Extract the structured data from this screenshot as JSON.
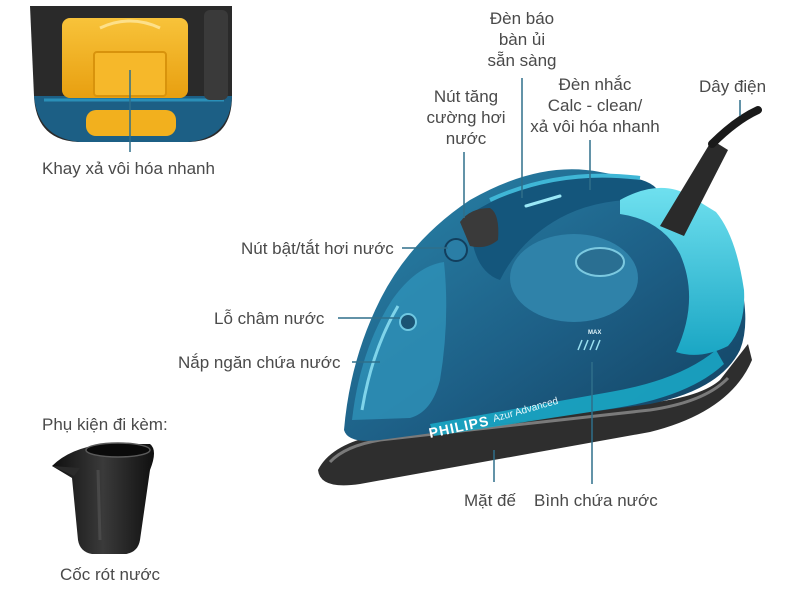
{
  "brand": {
    "logo_text": "PHILIPS",
    "model_text": "Azur Advanced",
    "max_marking": "MAX"
  },
  "labels": {
    "quick_calc_tray": "Khay xả vôi hóa nhanh",
    "ready_light": [
      "Đèn báo",
      "bàn ủi",
      "sẵn sàng"
    ],
    "calc_clean_light": [
      "Đèn nhắc",
      "Calc - clean/",
      "xả vôi hóa nhanh"
    ],
    "steam_boost_button": [
      "Nút tăng",
      "cường hơi",
      "nước"
    ],
    "power_cord": "Dây điện",
    "steam_toggle_button": "Nút bật/tắt hơi nước",
    "water_inlet": "Lỗ châm nước",
    "water_tank_lid": "Nắp ngăn chứa nước",
    "soleplate": "Mặt đế",
    "water_tank": "Bình chứa nước",
    "accessories_heading": "Phụ kiện đi kèm:",
    "measuring_cup": "Cốc rót nước"
  },
  "colors": {
    "label_text": "#4a4a4a",
    "leader_line": "#2f6f8a",
    "iron_body": "#1d5f86",
    "iron_accent": "#2ab4cf",
    "soleplate": "#3a3a3a",
    "tray_yellow": "#f4b41c",
    "cup": "#1c1c1c"
  }
}
